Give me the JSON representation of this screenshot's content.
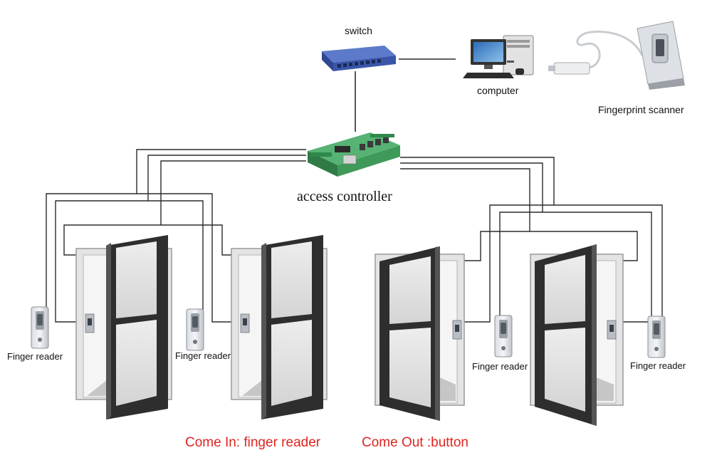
{
  "labels": {
    "switch": "switch",
    "computer": "computer",
    "fingerprint_scanner": "Fingerprint scanner",
    "access_controller": "access controller",
    "finger_reader": "Finger reader",
    "come_in": "Come In: finger reader",
    "come_out": "Come Out :button"
  },
  "colors": {
    "wire": "#2b2b2b",
    "door_frame": "#3d3d3d",
    "caption_red": "#e0241f",
    "switch_blue": "#3a56a8",
    "board_green": "#3f9a5a"
  }
}
